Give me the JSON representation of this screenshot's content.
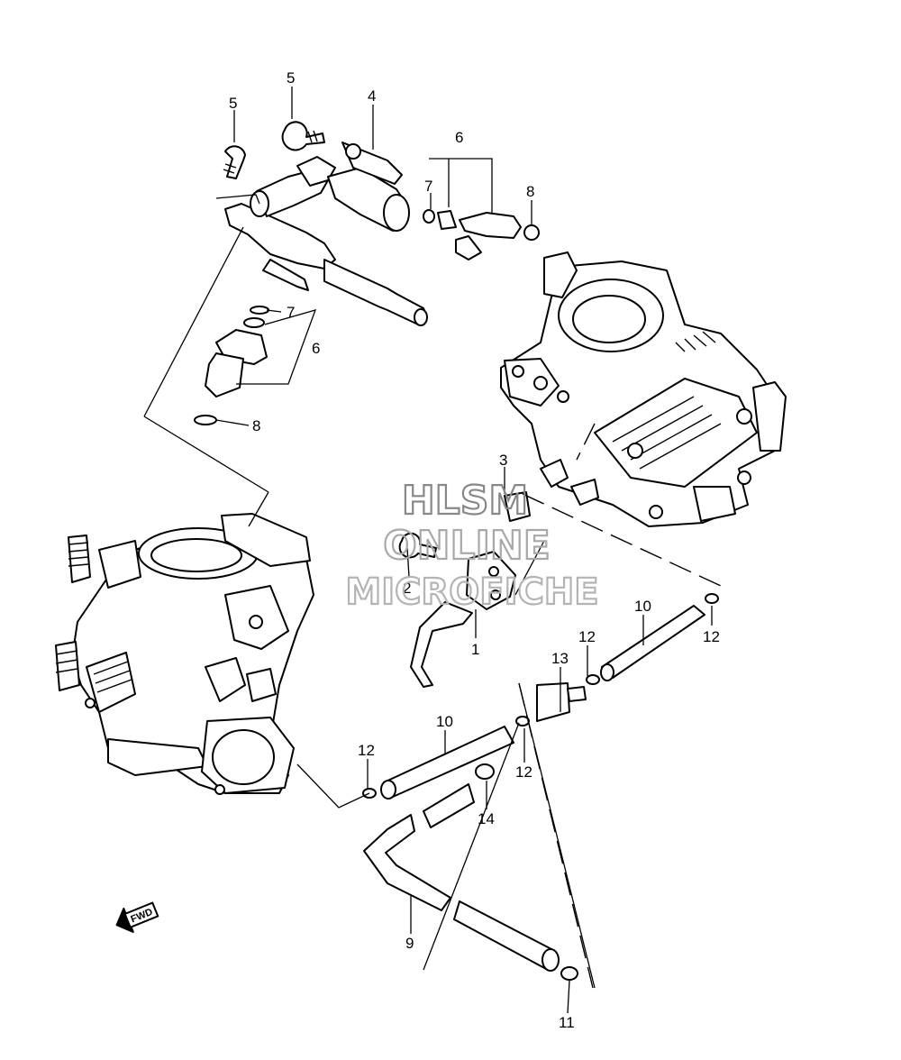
{
  "callouts": {
    "c5a": "5",
    "c5b": "5",
    "c4": "4",
    "c6a": "6",
    "c7a": "7",
    "c8a": "8",
    "c7b": "7",
    "c6b": "6",
    "c8b": "8",
    "c3": "3",
    "c2": "2",
    "c1": "1",
    "c10a": "10",
    "c12a": "12",
    "c12b": "12",
    "c13": "13",
    "c10b": "10",
    "c12c": "12",
    "c12d": "12",
    "c14": "14",
    "c9": "9",
    "c11": "11"
  },
  "watermark": {
    "line1": "HLSM",
    "line2": "ONLINE",
    "line3": "MICROFICHE",
    "color": "#a8a8a8"
  },
  "direction_arrow": {
    "label": "FWD"
  },
  "colors": {
    "line": "#000000",
    "fill": "#ffffff"
  }
}
